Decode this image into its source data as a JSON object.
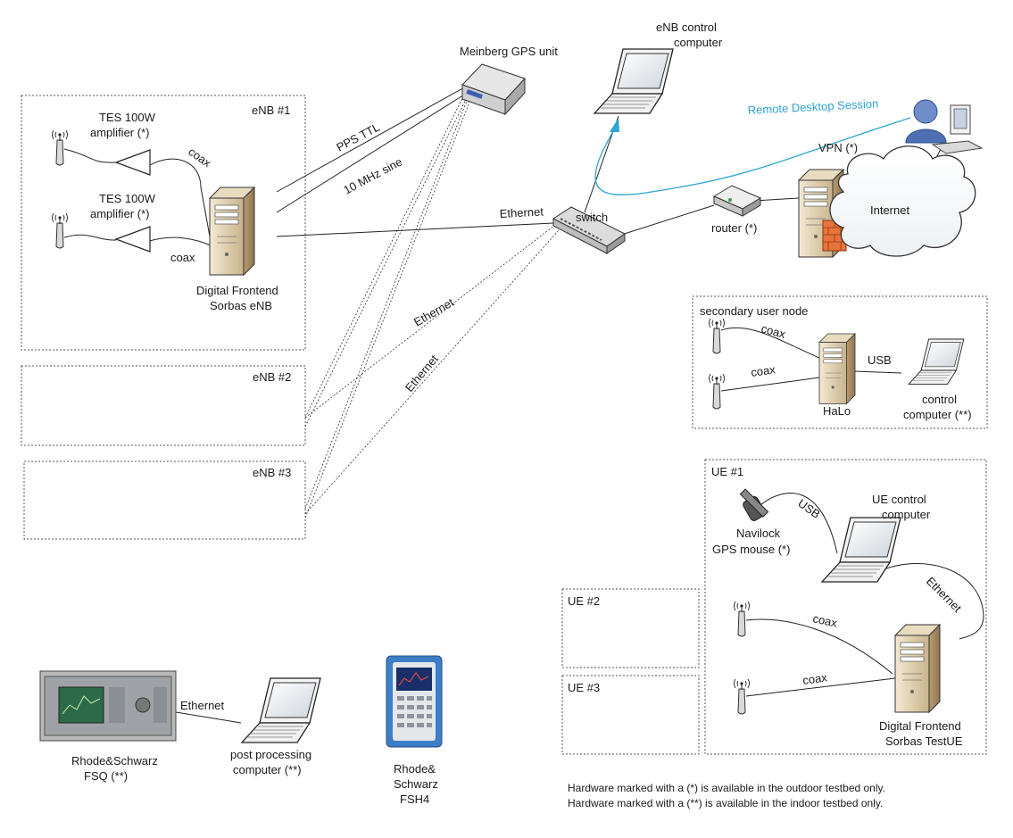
{
  "gps_unit": {
    "label": "Meinberg GPS unit"
  },
  "enb_control": {
    "label_line1": "eNB control",
    "label_line2": "computer"
  },
  "remote_desktop": {
    "label": "Remote Desktop Session"
  },
  "vpn": {
    "label": "VPN (*)"
  },
  "internet": {
    "label": "Internet"
  },
  "router": {
    "label": "router (*)"
  },
  "switch": {
    "label": "switch"
  },
  "enb1": {
    "title": "eNB #1",
    "amp1_line1": "TES 100W",
    "amp1_line2": "amplifier (*)",
    "amp2_line1": "TES 100W",
    "amp2_line2": "amplifier (*)",
    "coax1": "coax",
    "coax2": "coax",
    "frontend_line1": "Digital Frontend",
    "frontend_line2": "Sorbas eNB"
  },
  "enb2": {
    "title": "eNB #2"
  },
  "enb3": {
    "title": "eNB #3"
  },
  "links": {
    "pps": "PPS TTL",
    "sine": "10 MHz sine",
    "eth_main": "Ethernet",
    "eth_enb2": "Ethernet",
    "eth_enb3": "Ethernet"
  },
  "secondary": {
    "title": "secondary user node",
    "coax1": "coax",
    "coax2": "coax",
    "usb": "USB",
    "halo": "HaLo",
    "control_line1": "control",
    "control_line2": "computer (**)"
  },
  "ue1": {
    "title": "UE #1",
    "usb": "USB",
    "navilock_line1": "Navilock",
    "navilock_line2": "GPS mouse (*)",
    "control_line1": "UE control",
    "control_line2": "computer",
    "ethernet": "Ethernet",
    "coax1": "coax",
    "coax2": "coax",
    "frontend_line1": "Digital Frontend",
    "frontend_line2": "Sorbas TestUE"
  },
  "ue2": {
    "title": "UE #2"
  },
  "ue3": {
    "title": "UE #3"
  },
  "fsq": {
    "line1": "Rhode&Schwarz",
    "line2": "FSQ (**)",
    "ethernet": "Ethernet"
  },
  "post": {
    "line1": "post processing",
    "line2": "computer (**)"
  },
  "fsh4": {
    "line1": "Rhode&",
    "line2": "Schwarz",
    "line3": "FSH4"
  },
  "footnotes": {
    "line1": "Hardware marked with a (*) is available in the outdoor testbed only.",
    "line2": "Hardware marked with a (**) is available in the indoor testbed only."
  }
}
